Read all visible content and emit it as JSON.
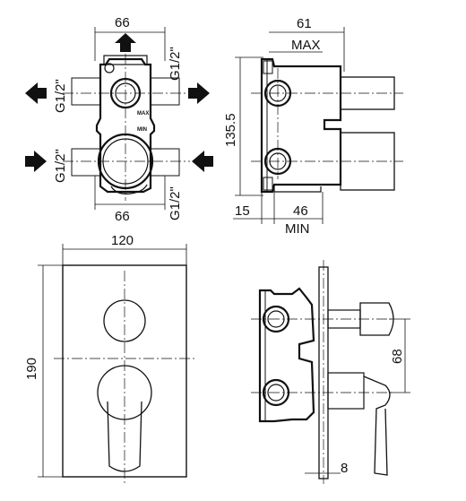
{
  "top_view": {
    "dim_width": "66",
    "dim_bottom_width": "66",
    "thread_top": "G1/2\"",
    "thread_left_upper": "G1/2\"",
    "thread_left_lower": "G1/2\"",
    "thread_right_lower": "G1/2\"",
    "mark_max": "MAX",
    "mark_min": "MIN"
  },
  "side_view": {
    "dim_depth": "61",
    "dim_max": "MAX",
    "dim_height": "135.5",
    "dim_left": "15",
    "dim_min_depth": "46",
    "dim_min": "MIN"
  },
  "front_plate": {
    "dim_width": "120",
    "dim_height": "190"
  },
  "assembled_side": {
    "dim_spacing": "68",
    "dim_plate": "8"
  }
}
